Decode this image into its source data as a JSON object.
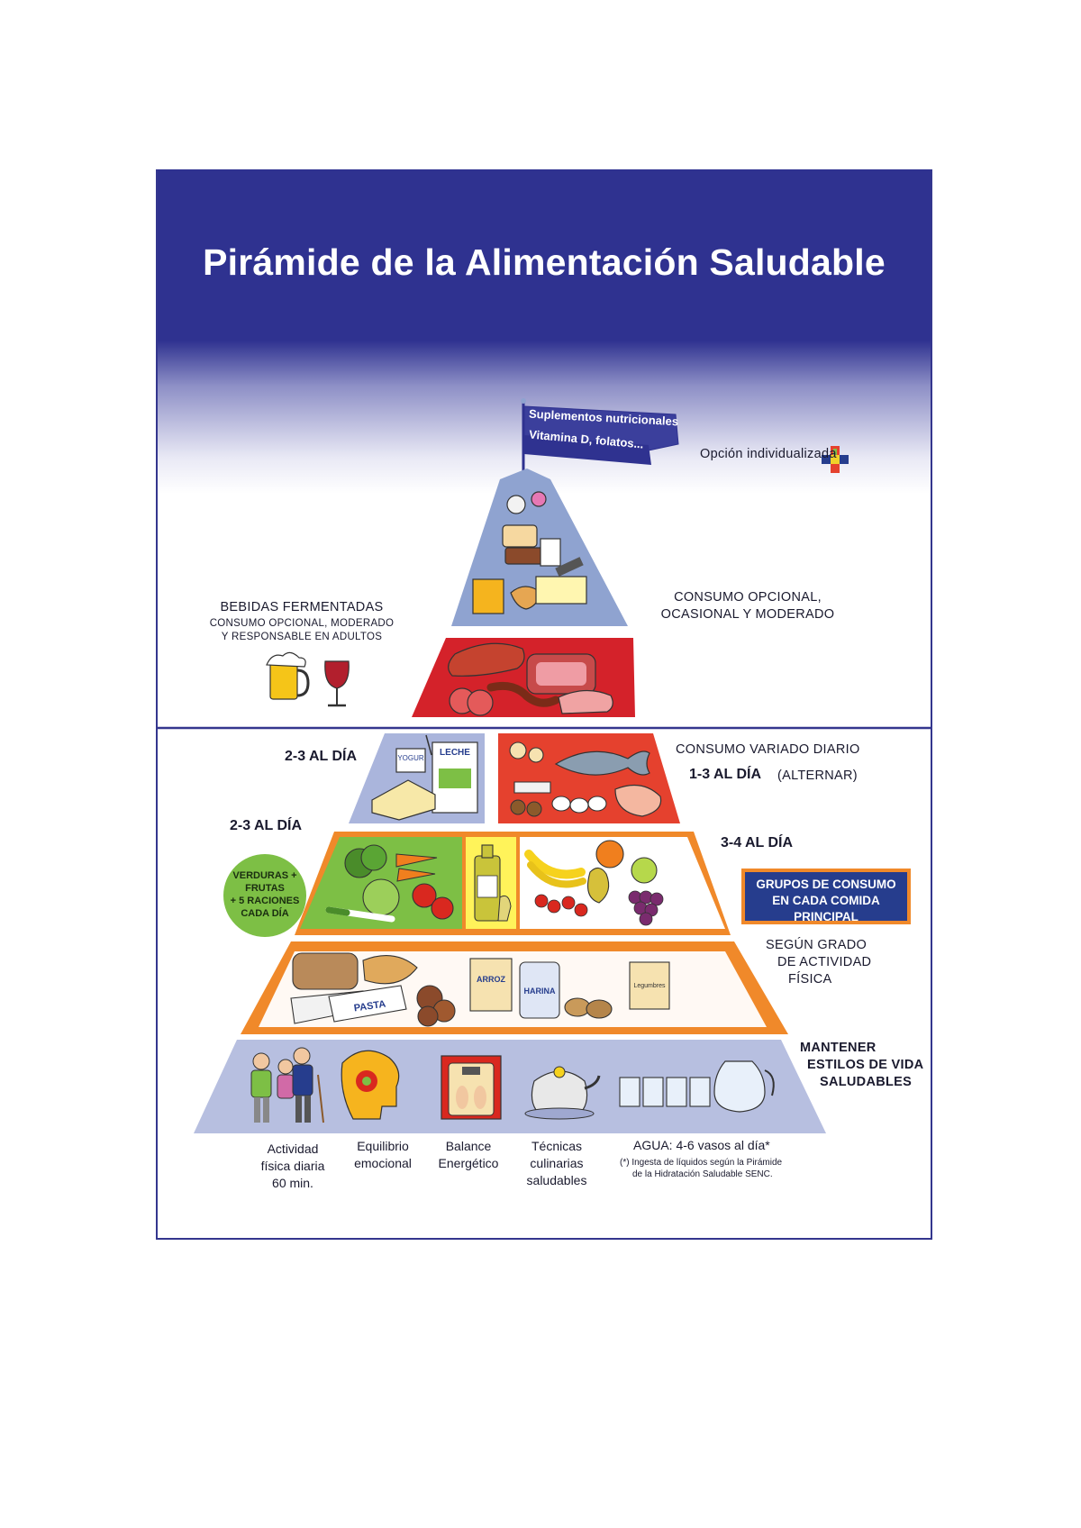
{
  "title": "Pirámide de la Alimentación Saludable",
  "flag": {
    "line1": "Suplementos nutricionales",
    "line2": "Vitamina D, folatos..."
  },
  "opcion_individualizada": "Opción individualizada",
  "bebidas": {
    "title": "BEBIDAS FERMENTADAS",
    "line1": "CONSUMO OPCIONAL, MODERADO",
    "line2": "Y RESPONSABLE EN ADULTOS"
  },
  "consumo_opcional": {
    "line1": "CONSUMO OPCIONAL,",
    "line2": "OCASIONAL Y MODERADO"
  },
  "lacteos": {
    "freq": "2-3  AL DÍA",
    "carton_label": "LECHE",
    "yogur_label": "YOGUR"
  },
  "proteinas": {
    "title": "CONSUMO VARIADO DIARIO",
    "freq": "1-3  AL DÍA",
    "note": "(ALTERNAR)"
  },
  "verduras": {
    "freq": "2-3  AL DÍA",
    "circle": [
      "VERDURAS +",
      "FRUTAS",
      "+ 5 RACIONES",
      "CADA DÍA"
    ]
  },
  "frutas": {
    "freq": "3-4  AL DÍA"
  },
  "grupos_box": [
    "GRUPOS DE CONSUMO",
    "EN CADA COMIDA",
    "PRINCIPAL"
  ],
  "cereales": {
    "label": [
      "SEGÚN GRADO",
      "DE ACTIVIDAD",
      "FÍSICA"
    ],
    "pasta_label": "PASTA",
    "harina_label": "HARINA",
    "arroz_label": "ARROZ",
    "legumbres_label": "Legumbres"
  },
  "base": {
    "label": [
      "MANTENER",
      "ESTILOS DE VIDA",
      "SALUDABLES"
    ],
    "items": [
      [
        "Actividad",
        "física diaria",
        "60 min."
      ],
      [
        "Equilibrio",
        "emocional"
      ],
      [
        "Balance",
        "Energético"
      ],
      [
        "Técnicas",
        "culinarias",
        "saludables"
      ]
    ],
    "agua": "AGUA: 4-6 vasos al día*",
    "agua_note": [
      "(*) Ingesta de líquidos según la Pirámide",
      "de la Hidratación Saludable SENC."
    ]
  },
  "colors": {
    "navy": "#2f3290",
    "tier_top": "#8fa3d0",
    "tier_meat": "#d4222a",
    "tier_dairy": "#aab5dc",
    "tier_protein": "#e5412e",
    "tier_veg": "#7dbf45",
    "tier_cereal": "#f0892a",
    "tier_base": "#b7bfe0",
    "box_orange": "#f0892a",
    "box_blue": "#263d8d"
  }
}
